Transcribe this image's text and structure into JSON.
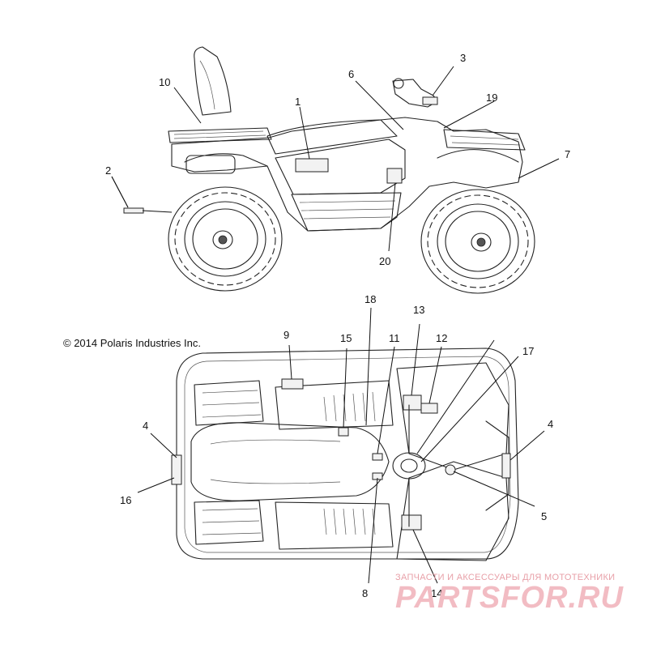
{
  "copyright": "© 2014 Polaris Industries Inc.",
  "watermark": {
    "tagline": "ЗАПЧАСТИ И АКСЕССУАРЫ ДЛЯ МОТОТЕХНИКИ",
    "brand": "PARTSFOR.RU"
  },
  "callouts": [
    {
      "id": "1",
      "label": "1"
    },
    {
      "id": "2",
      "label": "2"
    },
    {
      "id": "3",
      "label": "3"
    },
    {
      "id": "4a",
      "label": "4"
    },
    {
      "id": "4b",
      "label": "4"
    },
    {
      "id": "5",
      "label": "5"
    },
    {
      "id": "6",
      "label": "6"
    },
    {
      "id": "7",
      "label": "7"
    },
    {
      "id": "8",
      "label": "8"
    },
    {
      "id": "9",
      "label": "9"
    },
    {
      "id": "10",
      "label": "10"
    },
    {
      "id": "11",
      "label": "11"
    },
    {
      "id": "12",
      "label": "12"
    },
    {
      "id": "13",
      "label": "13"
    },
    {
      "id": "14",
      "label": "14"
    },
    {
      "id": "15",
      "label": "15"
    },
    {
      "id": "16",
      "label": "16"
    },
    {
      "id": "17",
      "label": "17"
    },
    {
      "id": "18",
      "label": "18"
    },
    {
      "id": "19",
      "label": "19"
    },
    {
      "id": "20",
      "label": "20"
    }
  ]
}
